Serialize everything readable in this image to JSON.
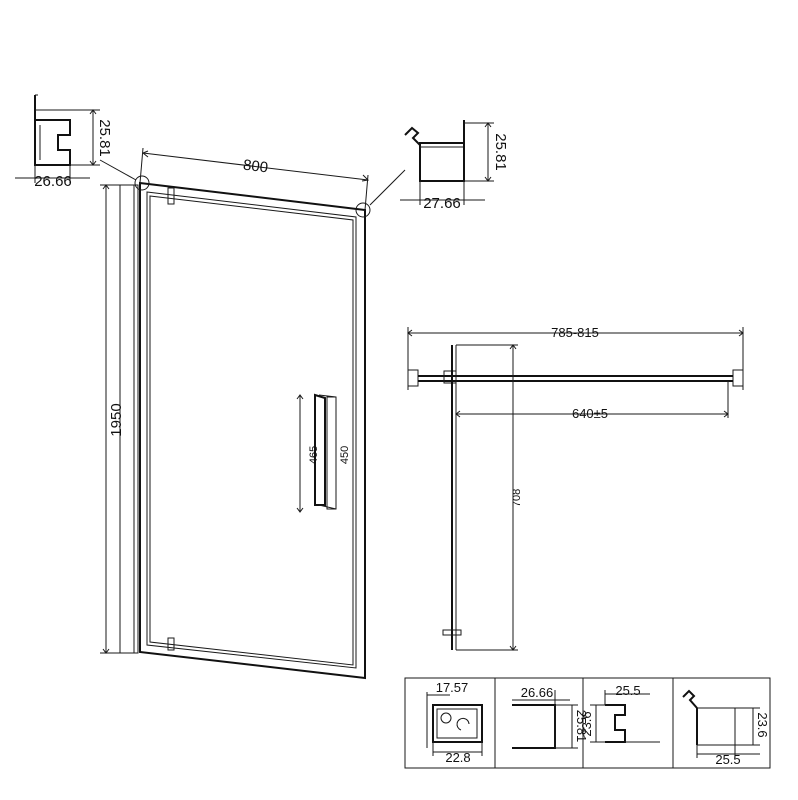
{
  "door": {
    "width_label": "800",
    "height_label": "1950",
    "handle_outer_label": "465",
    "handle_inner_label": "450"
  },
  "top_left_profile": {
    "height_label": "25.81",
    "width_label": "26.66"
  },
  "top_right_profile": {
    "height_label": "25.81",
    "width_label": "27.66"
  },
  "plan_view": {
    "range_label": "785-815",
    "opening_label": "640±5",
    "swing_label": "708"
  },
  "profile_panels": [
    {
      "top_label": "17.57",
      "bottom_label": "22.8"
    },
    {
      "top_label": "26.66",
      "side_label": "25.81"
    },
    {
      "top_label": "25.5",
      "side_label": "23.6"
    },
    {
      "side_label": "23.6",
      "bottom_label": "25.5"
    }
  ]
}
